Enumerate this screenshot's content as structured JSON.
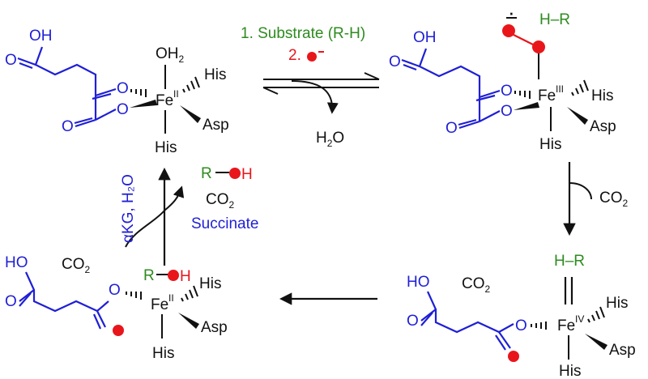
{
  "colors": {
    "blue": "#1f1fd6",
    "red": "#e8161b",
    "green": "#2e8b1f",
    "black": "#111111"
  },
  "structures": {
    "resting": {
      "oh": "OH",
      "o_keto": "O",
      "o_carb1": "O",
      "o_carb2": "O",
      "oh2": "OH",
      "oh2_sub": "2",
      "fe": "Fe",
      "fe_ox": "II",
      "his_top": "His",
      "asp": "Asp",
      "his_bottom": "His"
    },
    "superoxo": {
      "radical_dot": "·",
      "hr": "H–R",
      "oh": "OH",
      "o_keto": "O",
      "o_carb1": "O",
      "o_carb2": "O",
      "fe": "Fe",
      "fe_ox": "III",
      "his_top": "His",
      "asp": "Asp",
      "his_bottom": "His"
    },
    "ferryl": {
      "hr": "H–R",
      "oh": "HO",
      "co2": "CO",
      "co2_sub": "2",
      "o_carb": "O",
      "fe": "Fe",
      "fe_ox": "IV",
      "his_top": "His",
      "asp": "Asp",
      "his_bottom": "His"
    },
    "product": {
      "oh": "HO",
      "co2": "CO",
      "co2_sub": "2",
      "o_carb": "O",
      "r": "R",
      "h": "H",
      "fe": "Fe",
      "fe_ox": "II",
      "his_top": "His",
      "asp": "Asp",
      "his_bottom": "His"
    }
  },
  "steps": {
    "top": {
      "substrate": "1. Substrate (R-H)",
      "oxygen_prefix": "2. ",
      "water": "H",
      "water_sub": "2",
      "water_o": "O"
    },
    "right": {
      "co2": "CO",
      "co2_sub": "2"
    },
    "left": {
      "reagents": "αKG, H₂O",
      "product_r": "R",
      "product_h": "H",
      "co2": "CO",
      "co2_sub": "2",
      "succinate": "Succinate"
    }
  }
}
